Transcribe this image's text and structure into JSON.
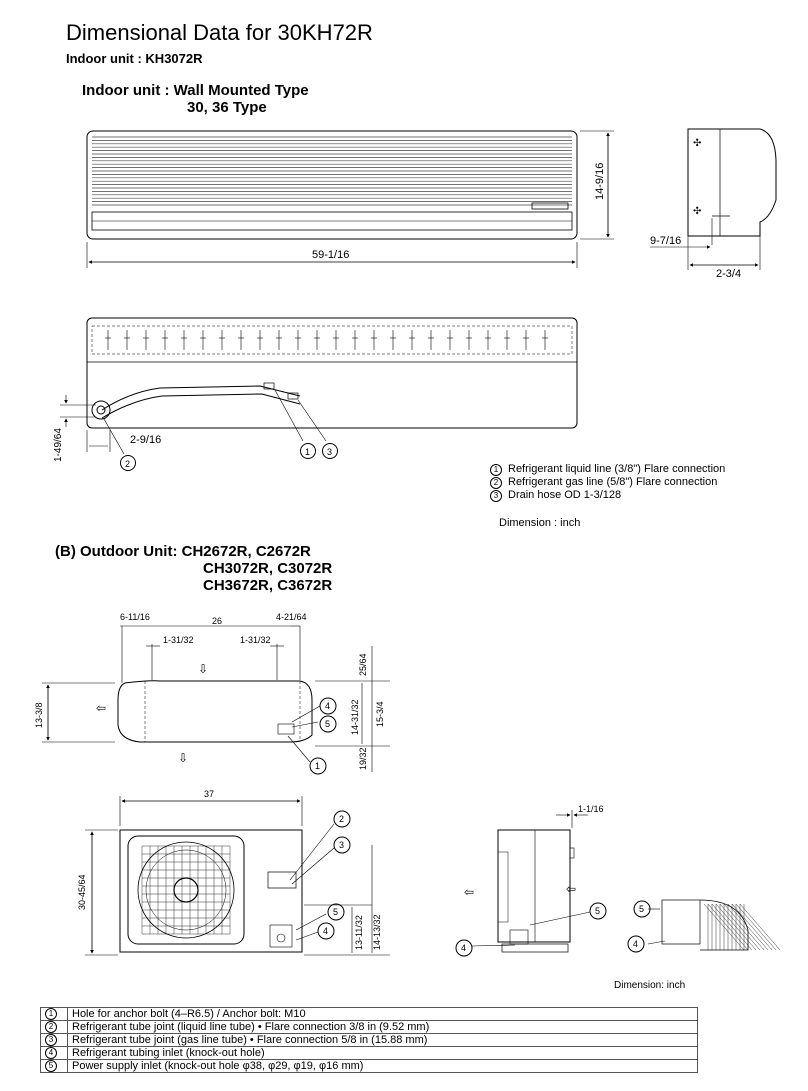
{
  "page": {
    "title": "Dimensional Data for 30KH72R",
    "subtitle": "Indoor unit : KH3072R"
  },
  "indoor": {
    "header_line1": "Indoor unit : Wall Mounted Type",
    "header_line2": "30, 36 Type",
    "dims": {
      "width": "59-1/16",
      "height": "14-9/16",
      "side_offset": "9-7/16",
      "depth": "2-3/4",
      "left_offset": "2-9/16",
      "pipe_height": "1-49/64"
    },
    "callouts": [
      "1",
      "2",
      "3"
    ],
    "legend": [
      {
        "num": "1",
        "text": "Refrigerant liquid line (3/8\") Flare connection"
      },
      {
        "num": "2",
        "text": "Refrigerant gas line (5/8\") Flare connection"
      },
      {
        "num": "3",
        "text": "Drain hose OD 1-3/128"
      }
    ],
    "dimension_note": "Dimension : inch"
  },
  "outdoor": {
    "header_prefix": "(B)  Outdoor Unit:",
    "models": [
      "CH2672R,  C2672R",
      "CH3072R,  C3072R",
      "CH3672R,  C3672R"
    ],
    "dims": {
      "left_offset": "6-11/16",
      "span": "26",
      "right_offset": "4-21/64",
      "left_foot": "1-31/32",
      "right_foot": "1-31/32",
      "top_gap": "25/64",
      "height_mid": "14-31/32",
      "height_full": "15-3/4",
      "bottom_gap": "19/32",
      "left_height": "13-3/8",
      "width": "37",
      "front_height": "30-45/64",
      "low1": "13-11/32",
      "low2": "14-13/32",
      "side_offset": "1-1/16"
    },
    "callouts": [
      "1",
      "2",
      "3",
      "4",
      "5"
    ],
    "dimension_note": "Dimension: inch",
    "notes": [
      {
        "num": "1",
        "text": "Hole for anchor bolt (4–R6.5) / Anchor bolt: M10"
      },
      {
        "num": "2",
        "text": "Refrigerant tube joint (liquid line tube) • Flare connection 3/8 in (9.52 mm)"
      },
      {
        "num": "3",
        "text": "Refrigerant tube joint (gas line tube) • Flare connection 5/8 in (15.88 mm)"
      },
      {
        "num": "4",
        "text": "Refrigerant tubing inlet (knock-out hole)"
      },
      {
        "num": "5",
        "text": "Power supply inlet (knock-out hole φ38, φ29, φ19, φ16 mm)"
      }
    ]
  }
}
